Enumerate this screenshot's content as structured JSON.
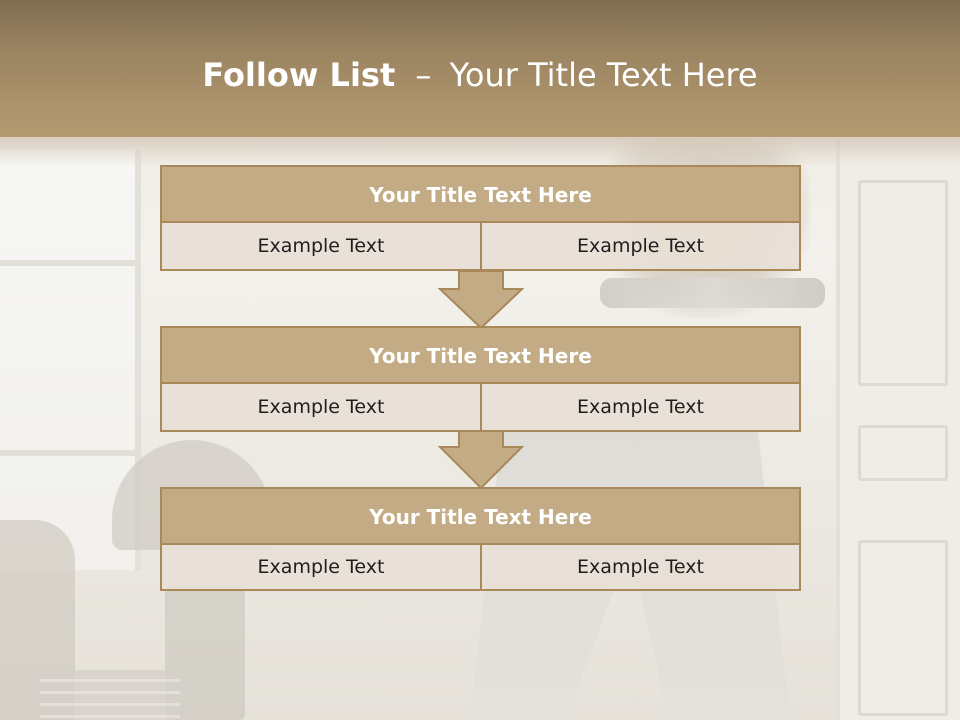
{
  "header": {
    "title_bold": "Follow List",
    "title_sep": "–",
    "title_rest": "Your Title Text Here"
  },
  "steps": [
    {
      "title": "Your Title Text Here",
      "left": "Example Text",
      "right": "Example Text"
    },
    {
      "title": "Your Title Text Here",
      "left": "Example Text",
      "right": "Example Text"
    },
    {
      "title": "Your Title Text Here",
      "left": "Example Text",
      "right": "Example Text"
    }
  ],
  "colors": {
    "header": "#a68d68",
    "box_title": "#c2ab85",
    "box_border": "#a9885a",
    "cell": "#e8e0d6"
  }
}
